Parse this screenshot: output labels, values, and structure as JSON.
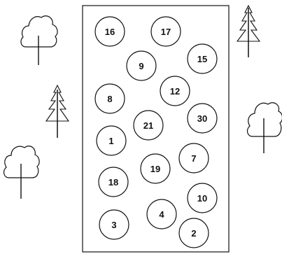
{
  "diagram": {
    "circles": [
      {
        "label": "16"
      },
      {
        "label": "17"
      },
      {
        "label": "9"
      },
      {
        "label": "15"
      },
      {
        "label": "8"
      },
      {
        "label": "12"
      },
      {
        "label": "21"
      },
      {
        "label": "30"
      },
      {
        "label": "1"
      },
      {
        "label": "7"
      },
      {
        "label": "19"
      },
      {
        "label": "18"
      },
      {
        "label": "10"
      },
      {
        "label": "4"
      },
      {
        "label": "3"
      },
      {
        "label": "2"
      }
    ],
    "trees": [
      {
        "kind": "deciduous"
      },
      {
        "kind": "pine"
      },
      {
        "kind": "pine"
      },
      {
        "kind": "deciduous"
      },
      {
        "kind": "deciduous"
      }
    ],
    "colors": {
      "line": "#111111",
      "fill": "#ffffff"
    }
  }
}
